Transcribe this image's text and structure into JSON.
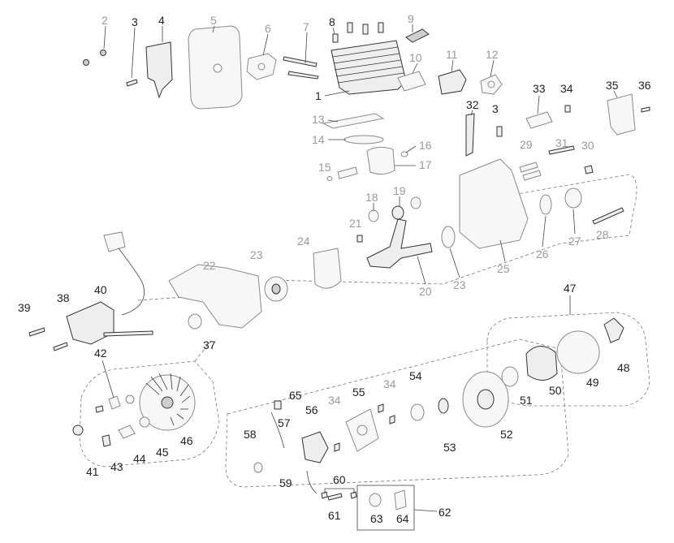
{
  "labels": [
    {
      "id": "p1",
      "text": "1"
    },
    {
      "id": "p2",
      "text": "2"
    },
    {
      "id": "p3a",
      "text": "3"
    },
    {
      "id": "p3b",
      "text": "3"
    },
    {
      "id": "p4",
      "text": "4"
    },
    {
      "id": "p5",
      "text": "5"
    },
    {
      "id": "p6",
      "text": "6"
    },
    {
      "id": "p7",
      "text": "7"
    },
    {
      "id": "p8",
      "text": "8"
    },
    {
      "id": "p9",
      "text": "9"
    },
    {
      "id": "p10",
      "text": "10"
    },
    {
      "id": "p11",
      "text": "11"
    },
    {
      "id": "p12",
      "text": "12"
    },
    {
      "id": "p13",
      "text": "13"
    },
    {
      "id": "p14",
      "text": "14"
    },
    {
      "id": "p15",
      "text": "15"
    },
    {
      "id": "p16",
      "text": "16"
    },
    {
      "id": "p17",
      "text": "17"
    },
    {
      "id": "p18",
      "text": "18"
    },
    {
      "id": "p19",
      "text": "19"
    },
    {
      "id": "p20",
      "text": "20"
    },
    {
      "id": "p21",
      "text": "21"
    },
    {
      "id": "p22",
      "text": "22"
    },
    {
      "id": "p23a",
      "text": "23"
    },
    {
      "id": "p23b",
      "text": "23"
    },
    {
      "id": "p24",
      "text": "24"
    },
    {
      "id": "p25",
      "text": "25"
    },
    {
      "id": "p26",
      "text": "26"
    },
    {
      "id": "p27",
      "text": "27"
    },
    {
      "id": "p28",
      "text": "28"
    },
    {
      "id": "p29",
      "text": "29"
    },
    {
      "id": "p30",
      "text": "30"
    },
    {
      "id": "p31",
      "text": "31"
    },
    {
      "id": "p32",
      "text": "32"
    },
    {
      "id": "p33",
      "text": "33"
    },
    {
      "id": "p34a",
      "text": "34"
    },
    {
      "id": "p34b",
      "text": "34"
    },
    {
      "id": "p34c",
      "text": "34"
    },
    {
      "id": "p35",
      "text": "35"
    },
    {
      "id": "p36",
      "text": "36"
    },
    {
      "id": "p37",
      "text": "37"
    },
    {
      "id": "p38",
      "text": "38"
    },
    {
      "id": "p39",
      "text": "39"
    },
    {
      "id": "p40",
      "text": "40"
    },
    {
      "id": "p41",
      "text": "41"
    },
    {
      "id": "p42",
      "text": "42"
    },
    {
      "id": "p43",
      "text": "43"
    },
    {
      "id": "p44",
      "text": "44"
    },
    {
      "id": "p45",
      "text": "45"
    },
    {
      "id": "p46",
      "text": "46"
    },
    {
      "id": "p47",
      "text": "47"
    },
    {
      "id": "p48",
      "text": "48"
    },
    {
      "id": "p49",
      "text": "49"
    },
    {
      "id": "p50",
      "text": "50"
    },
    {
      "id": "p51",
      "text": "51"
    },
    {
      "id": "p52",
      "text": "52"
    },
    {
      "id": "p53",
      "text": "53"
    },
    {
      "id": "p54",
      "text": "54"
    },
    {
      "id": "p55",
      "text": "55"
    },
    {
      "id": "p56",
      "text": "56"
    },
    {
      "id": "p57",
      "text": "57"
    },
    {
      "id": "p58",
      "text": "58"
    },
    {
      "id": "p59",
      "text": "59"
    },
    {
      "id": "p60",
      "text": "60"
    },
    {
      "id": "p61",
      "text": "61"
    },
    {
      "id": "p62",
      "text": "62"
    },
    {
      "id": "p63",
      "text": "63"
    },
    {
      "id": "p64",
      "text": "64"
    },
    {
      "id": "p65",
      "text": "65"
    }
  ]
}
